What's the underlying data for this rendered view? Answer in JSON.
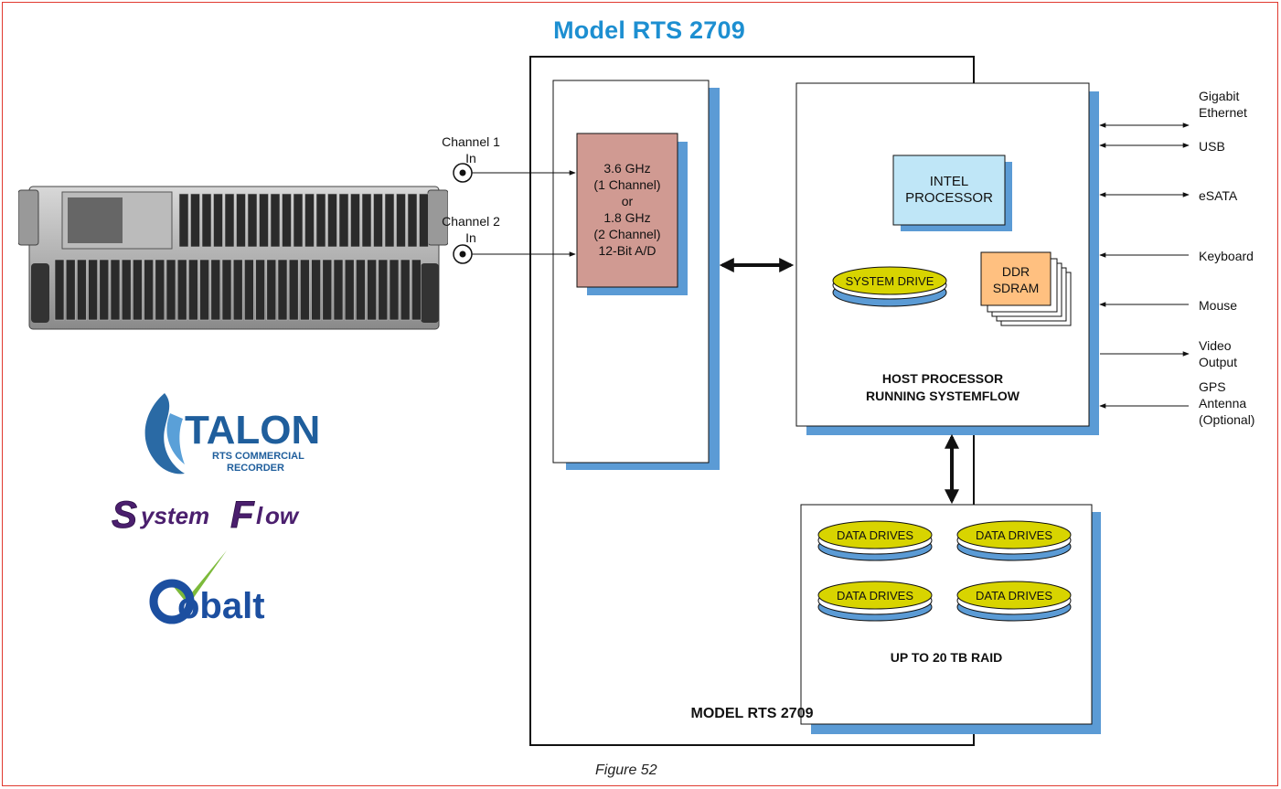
{
  "title": "Model RTS 2709",
  "figure_caption": "Figure 52",
  "inputs": [
    {
      "label_line1": "Channel 1",
      "label_line2": "In"
    },
    {
      "label_line1": "Channel 2",
      "label_line2": "In"
    }
  ],
  "adc": {
    "lines": [
      "3.6 GHz",
      "(1 Channel)",
      "or",
      "1.8 GHz",
      "(2 Channel)",
      "12-Bit A/D"
    ],
    "color": "#d09a92"
  },
  "host": {
    "processor_lines": [
      "INTEL",
      "PROCESSOR"
    ],
    "system_drive": "SYSTEM DRIVE",
    "memory_lines": [
      "DDR",
      "SDRAM"
    ],
    "label_lines": [
      "HOST PROCESSOR",
      "RUNNING SYSTEMFLOW"
    ]
  },
  "raid": {
    "drives": [
      "DATA DRIVES",
      "DATA DRIVES",
      "DATA DRIVES",
      "DATA DRIVES"
    ],
    "label": "UP TO 20 TB RAID"
  },
  "model_label": "MODEL RTS 2709",
  "io_ports": [
    {
      "lines": [
        "Gigabit",
        "Ethernet"
      ]
    },
    {
      "lines": [
        "USB"
      ]
    },
    {
      "lines": [
        "eSATA"
      ]
    },
    {
      "lines": [
        "Keyboard"
      ]
    },
    {
      "lines": [
        "Mouse"
      ]
    },
    {
      "lines": [
        "Video",
        "Output"
      ]
    },
    {
      "lines": [
        "GPS",
        "Antenna",
        "(Optional)"
      ]
    }
  ],
  "logos": {
    "talon_main": "TALON",
    "talon_sub1": "RTS COMMERCIAL",
    "talon_sub2": "RECORDER",
    "systemflow": "SystemFlow",
    "cobalt": "Cobalt"
  },
  "colors": {
    "title": "#1d8fd1",
    "shadow": "#5b9bd5",
    "intel_box": "#bfe6f7",
    "drive_yellow": "#d8d400",
    "ddr_orange": "#ffc080",
    "frame_border": "#e0392f"
  }
}
